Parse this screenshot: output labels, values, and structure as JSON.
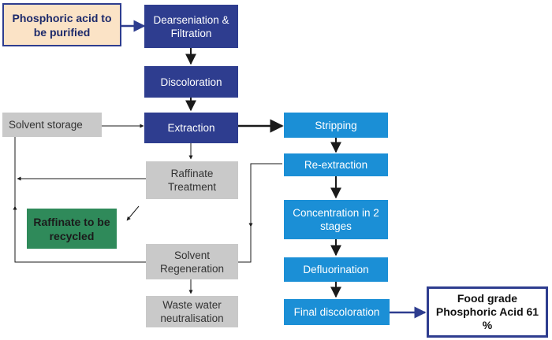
{
  "nodes": {
    "input": "Phosphoric acid to be purified",
    "dearseniation": "Dearseniation & Filtration",
    "discoloration": "Discoloration",
    "solvent_storage": "Solvent storage",
    "extraction": "Extraction",
    "raffinate_treatment": "Raffinate Treatment",
    "raffinate_recycled": "Raffinate to be recycled",
    "solvent_regeneration": "Solvent Regeneration",
    "waste_water": "Waste water neutralisation",
    "stripping": "Stripping",
    "re_extraction": "Re-extraction",
    "concentration": "Concentration in 2 stages",
    "defluorination": "Defluorination",
    "final_discoloration": "Final discoloration",
    "output": "Food grade Phosphoric Acid 61 %"
  },
  "colors": {
    "navy": "#2e3d8f",
    "blue": "#1b8fd6",
    "grey": "#c9c9c9",
    "green": "#2f8a5a",
    "input_fill": "#fbe3c6",
    "arrow": "#1a1a1a"
  }
}
